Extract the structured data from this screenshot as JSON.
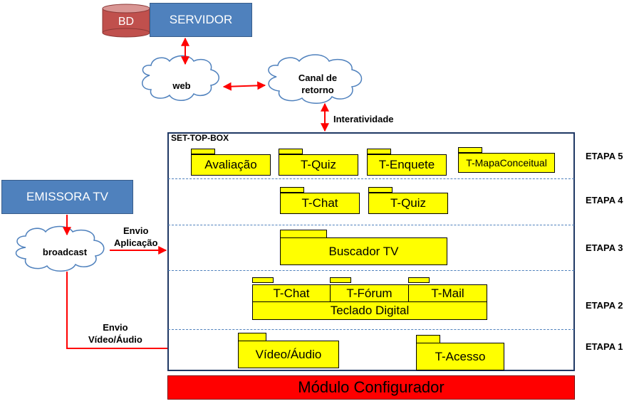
{
  "servidor": {
    "db_label": "BD",
    "label": "SERVIDOR"
  },
  "emissora": {
    "label": "EMISSORA TV"
  },
  "clouds": {
    "web": "web",
    "canal": "Canal de\nretorno",
    "broadcast": "broadcast"
  },
  "notes": {
    "interatividade": "Interatividade",
    "envio_aplicacao": "Envio\nAplicação",
    "envio_video": "Envio\nVídeo/Áudio"
  },
  "settopbox": {
    "title": "SET-TOP-BOX"
  },
  "etapas": {
    "e5": "ETAPA 5",
    "e4": "ETAPA 4",
    "e3": "ETAPA 3",
    "e2": "ETAPA 2",
    "e1": "ETAPA 1"
  },
  "packages": {
    "avaliacao": "Avaliação",
    "tquiz5": "T-Quiz",
    "tenquete": "T-Enquete",
    "tmapa": "T-MapaConceitual",
    "tchat4": "T-Chat",
    "tquiz4": "T-Quiz",
    "buscador": "Buscador TV",
    "tchat2": "T-Chat",
    "tforum": "T-Fórum",
    "tmail": "T-Mail",
    "teclado": "Teclado Digital",
    "video": "Vídeo/Áudio",
    "tacesso": "T-Acesso"
  },
  "modulo": {
    "label": "Módulo Configurador"
  },
  "colors": {
    "arrow": "#ff0000",
    "package": "#ffff00",
    "box": "#4f81bd",
    "module": "#ff0000",
    "db": "#c0504d"
  }
}
